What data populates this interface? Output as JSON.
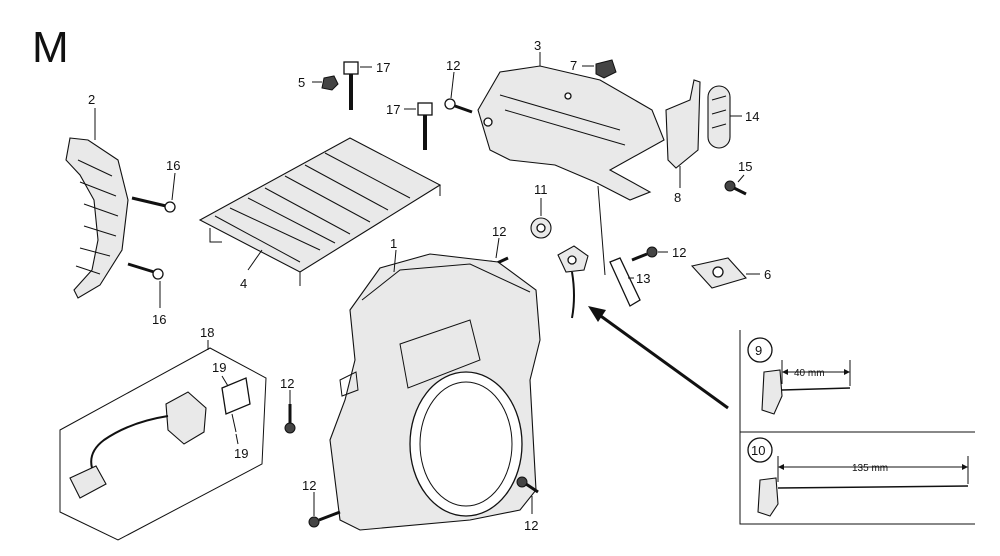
{
  "section_letter": "M",
  "callouts": {
    "c1": "1",
    "c2": "2",
    "c3": "3",
    "c4": "4",
    "c5": "5",
    "c6": "6",
    "c7": "7",
    "c8": "8",
    "c9": "9",
    "c10": "10",
    "c11": "11",
    "c12a": "12",
    "c12b": "12",
    "c12c": "12",
    "c12d": "12",
    "c12e": "12",
    "c12f": "12",
    "c13": "13",
    "c14": "14",
    "c15": "15",
    "c16a": "16",
    "c16b": "16",
    "c17a": "17",
    "c17b": "17",
    "c18": "18",
    "c19a": "19",
    "c19b": "19"
  },
  "detail_9": {
    "label": "9",
    "dimension": "40 mm"
  },
  "detail_10": {
    "label": "10",
    "dimension": "135 mm"
  }
}
